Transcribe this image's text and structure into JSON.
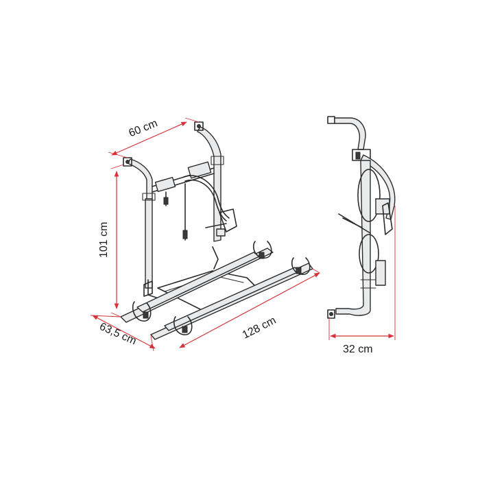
{
  "dimensions": {
    "width_top": "60 cm",
    "height": "101 cm",
    "depth": "63,5 cm",
    "length": "128 cm",
    "side_depth": "32 cm"
  },
  "colors": {
    "dimension_line": "#d8323a",
    "outline": "#2b2b2b",
    "tube": "#e8eaec"
  }
}
